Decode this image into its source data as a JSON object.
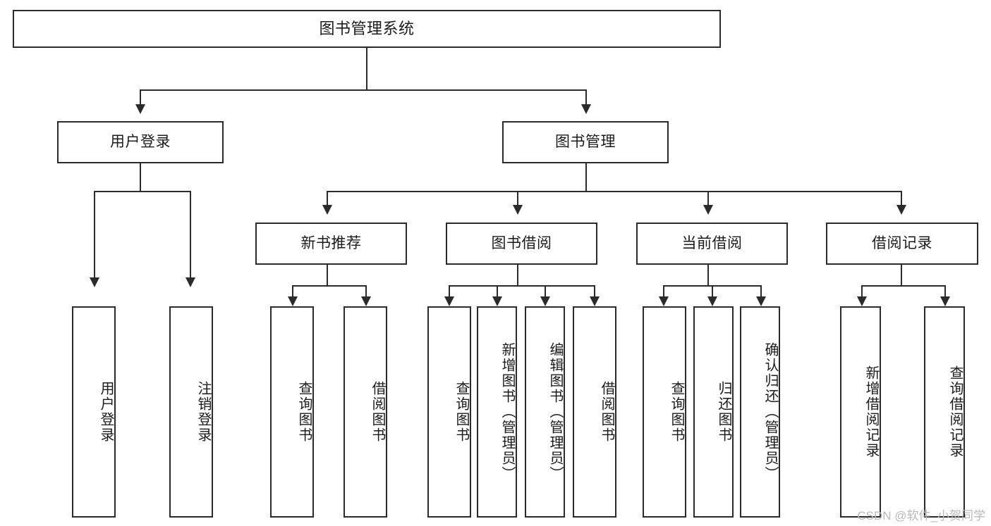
{
  "diagram": {
    "title": "图书管理系统",
    "type": "functional-structure-tree",
    "watermark": "CSDN @软件_小贺同学",
    "colors": {
      "stroke": "#2b2b2b",
      "fill": "#ffffff",
      "text": "#1b1b1b",
      "watermark": "#b9b9b9"
    },
    "nodes": {
      "root": {
        "label": "图书管理系统"
      },
      "level2": [
        {
          "id": "user-login",
          "label": "用户登录"
        },
        {
          "id": "book-manage",
          "label": "图书管理"
        }
      ],
      "level3": [
        {
          "id": "new-book-recommend",
          "label": "新书推荐"
        },
        {
          "id": "book-borrow",
          "label": "图书借阅"
        },
        {
          "id": "current-borrow",
          "label": "当前借阅"
        },
        {
          "id": "borrow-record",
          "label": "借阅记录"
        }
      ],
      "leaves": [
        {
          "id": "leaf-user-login",
          "label": "用户登录",
          "parent": "user-login"
        },
        {
          "id": "leaf-logout-login",
          "label": "注销登录",
          "parent": "user-login"
        },
        {
          "id": "leaf-query-book-1",
          "label": "查询图书",
          "parent": "new-book-recommend"
        },
        {
          "id": "leaf-borrow-book-1",
          "label": "借阅图书",
          "parent": "new-book-recommend"
        },
        {
          "id": "leaf-query-book-2",
          "label": "查询图书",
          "parent": "book-borrow"
        },
        {
          "id": "leaf-add-book",
          "label": "新增图书（管理员）",
          "parent": "book-borrow"
        },
        {
          "id": "leaf-edit-book",
          "label": "编辑图书（管理员）",
          "parent": "book-borrow"
        },
        {
          "id": "leaf-borrow-book-2",
          "label": "借阅图书",
          "parent": "book-borrow"
        },
        {
          "id": "leaf-query-book-3",
          "label": "查询图书",
          "parent": "current-borrow"
        },
        {
          "id": "leaf-return-book",
          "label": "归还图书",
          "parent": "current-borrow"
        },
        {
          "id": "leaf-confirm-return",
          "label": "确认归还（管理员）",
          "parent": "current-borrow"
        },
        {
          "id": "leaf-add-record",
          "label": "新增借阅记录",
          "parent": "borrow-record"
        },
        {
          "id": "leaf-query-record",
          "label": "查询借阅记录",
          "parent": "borrow-record"
        }
      ]
    }
  }
}
